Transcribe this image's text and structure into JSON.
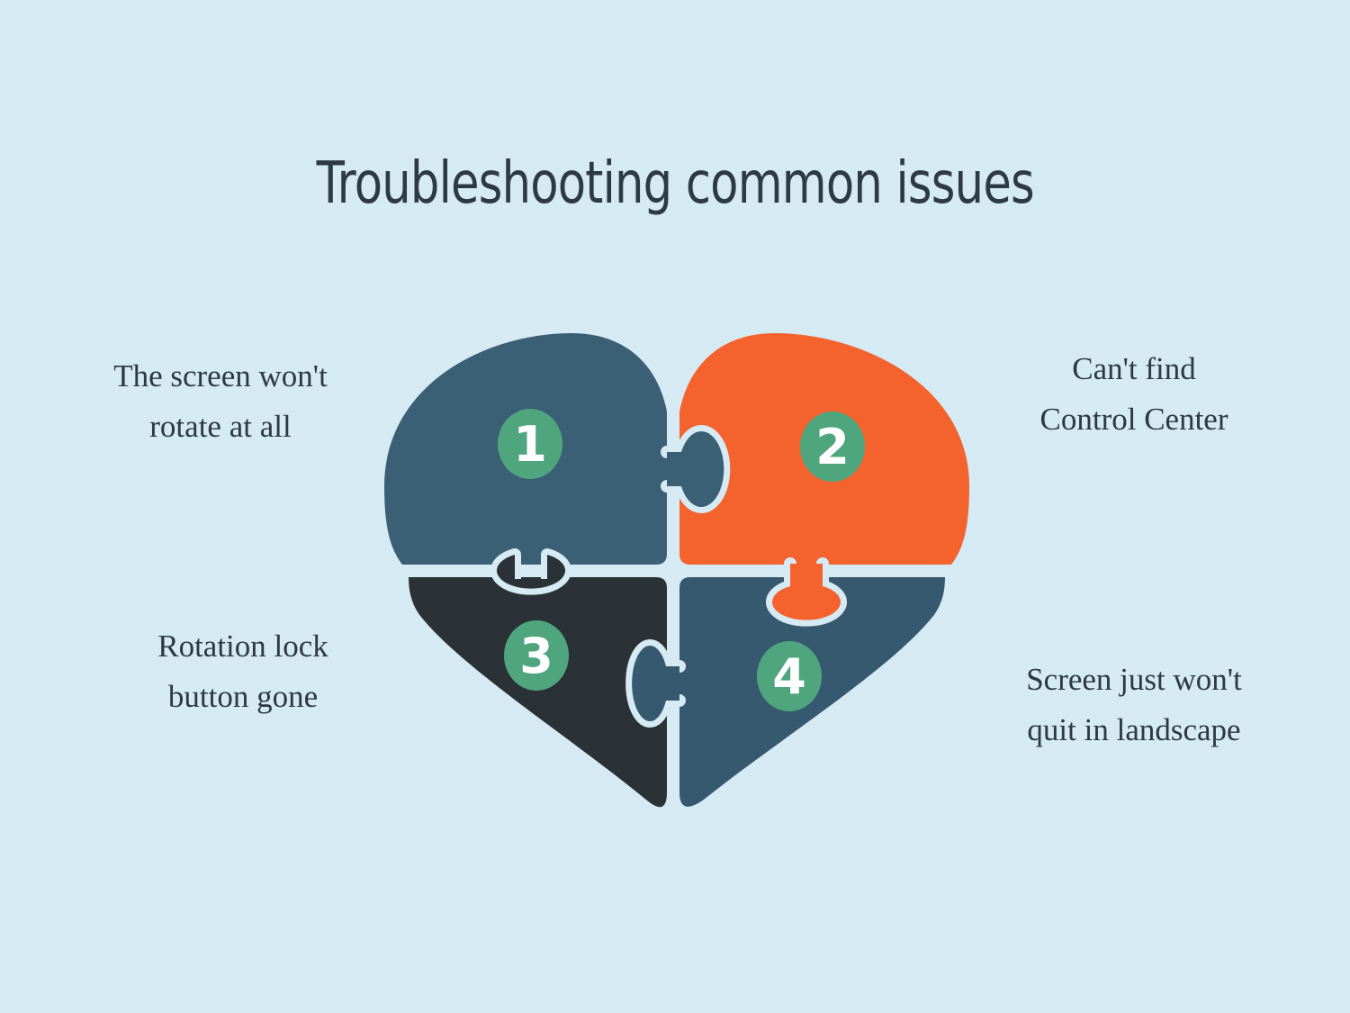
{
  "title": "Troubleshooting common issues",
  "items": [
    {
      "number": "1",
      "lines": [
        "The screen won't",
        "rotate at all"
      ]
    },
    {
      "number": "2",
      "lines": [
        "Can't find",
        "Control Center"
      ]
    },
    {
      "number": "3",
      "lines": [
        "Rotation lock",
        "button gone"
      ]
    },
    {
      "number": "4",
      "lines": [
        "Screen just won't",
        "quit in landscape"
      ]
    }
  ],
  "graphic": {
    "shape": "heart-jigsaw-puzzle",
    "piece_count": 4
  },
  "colors": {
    "background": "#d5eaf3",
    "piece1": "#3b5f75",
    "piece2": "#f4622d",
    "piece3": "#2a3137",
    "piece4": "#37596f",
    "badge": "#4fa67e",
    "badge_text": "#ffffff",
    "title_text": "#2d3a45",
    "label_text": "#2c3945"
  }
}
